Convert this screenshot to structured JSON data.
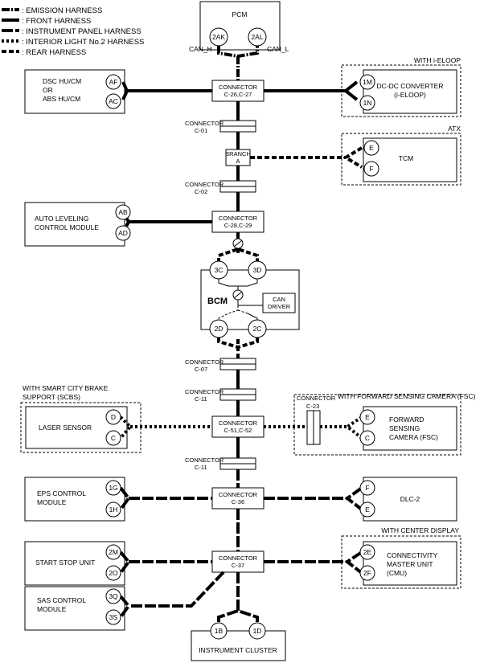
{
  "legend": {
    "emission": ": EMISSION HARNESS",
    "front": ": FRONT HARNESS",
    "instrument_panel": ": INSTRUMENT PANEL HARNESS",
    "interior_light": ": INTERIOR LIGHT No.2 HARNESS",
    "rear": ": REAR HARNESS"
  },
  "pcm": {
    "label": "PCM",
    "pin_left": "2AK",
    "pin_right": "2AL",
    "can_h": "CAN_H",
    "can_l": "CAN_L"
  },
  "dsc": {
    "line1": "DSC HU/CM",
    "line2": "OR",
    "line3": "ABS HU/CM",
    "pin_top": "AF",
    "pin_bottom": "AC"
  },
  "conn_c26": {
    "line1": "CONNECTOR",
    "line2": "C-26,C-27"
  },
  "dcdc": {
    "condition": "WITH i-ELOOP",
    "line1": "DC-DC CONVERTER",
    "line2": "(i-ELOOP)",
    "pin_top": "1M",
    "pin_bottom": "1N"
  },
  "conn_c01": {
    "line1": "CONNECTOR",
    "line2": "C-01"
  },
  "branch": {
    "line1": "BRANCH",
    "line2": "A"
  },
  "tcm": {
    "condition": "ATX",
    "label": "TCM",
    "pin_top": "E",
    "pin_bottom": "F"
  },
  "conn_c02": {
    "line1": "CONNECTOR",
    "line2": "C-02"
  },
  "auto_level": {
    "line1": "AUTO LEVELING",
    "line2": "CONTROL MODULE",
    "pin_top": "AB",
    "pin_bottom": "AD"
  },
  "conn_c28": {
    "line1": "CONNECTOR",
    "line2": "C-28,C-29"
  },
  "bcm": {
    "label": "BCM",
    "pin_tl": "3C",
    "pin_tr": "3D",
    "pin_bl": "2D",
    "pin_br": "2C",
    "driver1": "CAN",
    "driver2": "DRIVER"
  },
  "conn_c07": {
    "line1": "CONNECTOR",
    "line2": "C-07"
  },
  "conn_c11a": {
    "line1": "CONNECTOR",
    "line2": "C-11"
  },
  "laser": {
    "condition1": "WITH SMART CITY BRAKE",
    "condition2": "SUPPORT (SCBS)",
    "label": "LASER SENSOR",
    "pin_top": "D",
    "pin_bottom": "C"
  },
  "conn_c51": {
    "line1": "CONNECTOR",
    "line2": "C-51,C-52"
  },
  "conn_c23": {
    "line1": "CONNECTOR",
    "line2": "C-23"
  },
  "fsc": {
    "condition": "WITH FORWARD SENSING CAMERA (FSC)",
    "line1": "FORWARD",
    "line2": "SENSING",
    "line3": "CAMERA (FSC)",
    "pin_top": "E",
    "pin_bottom": "C"
  },
  "conn_c11b": {
    "line1": "CONNECTOR",
    "line2": "C-11"
  },
  "eps": {
    "line1": "EPS CONTROL",
    "line2": "MODULE",
    "pin_top": "1G",
    "pin_bottom": "1H"
  },
  "conn_c36": {
    "line1": "CONNECTOR",
    "line2": "C-36"
  },
  "dlc": {
    "label": "DLC-2",
    "pin_top": "F",
    "pin_bottom": "E"
  },
  "start_stop": {
    "label": "START STOP UNIT",
    "pin_top": "2M",
    "pin_bottom": "2O"
  },
  "conn_c37": {
    "line1": "CONNECTOR",
    "line2": "C-37"
  },
  "cmu": {
    "condition": "WITH CENTER DISPLAY",
    "line1": "CONNECTIVITY",
    "line2": "MASTER UNIT",
    "line3": "(CMU)",
    "pin_top": "2E",
    "pin_bottom": "2F"
  },
  "sas": {
    "line1": "SAS CONTROL",
    "line2": "MODULE",
    "pin_top": "3Q",
    "pin_bottom": "3S"
  },
  "cluster": {
    "label": "INSTRUMENT CLUSTER",
    "pin_left": "1B",
    "pin_right": "1D"
  }
}
